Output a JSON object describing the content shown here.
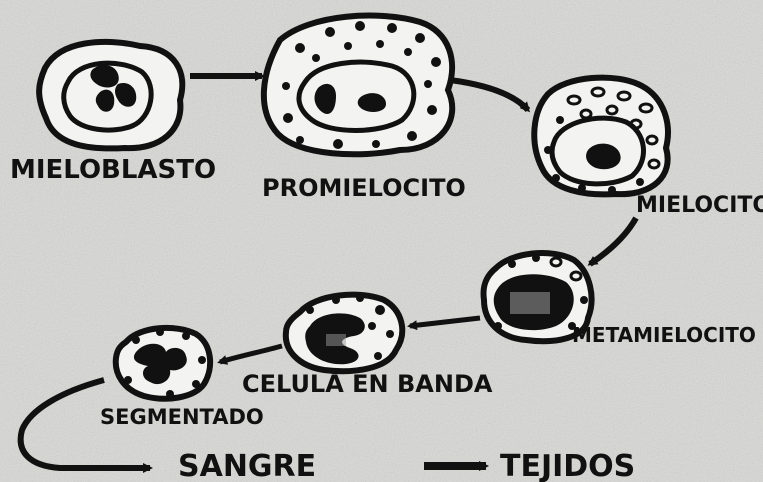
{
  "diagram": {
    "stages": {
      "mieloblasto": "MIELOBLASTO",
      "promielocito": "PROMIELOCITO",
      "mielocito": "MIELOCITO",
      "metamielocito": "METAMIELOCITO",
      "celula_en_banda": "CELULA EN BANDA",
      "segmentado": "SEGMENTADO"
    },
    "destinations": {
      "sangre": "SANGRE",
      "tejidos": "TEJIDOS"
    },
    "colors": {
      "background": "#d9d9d6",
      "ink": "#111111"
    }
  }
}
